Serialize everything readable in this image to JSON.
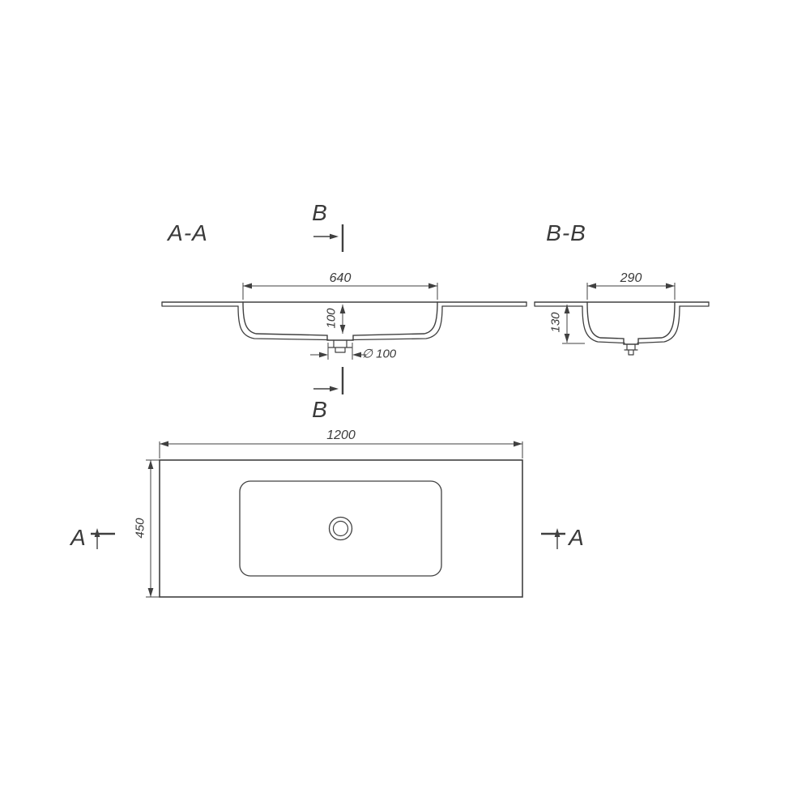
{
  "page": {
    "background": "#ffffff",
    "line_color": "#404040",
    "text_color": "#3a3a3a"
  },
  "sections": {
    "aa_label": "A-A",
    "bb_label": "B-B",
    "cut_b_top": "B",
    "cut_b_bottom": "B",
    "cut_a_left": "A",
    "cut_a_right": "A"
  },
  "dimensions": {
    "section_aa": {
      "basin_opening_width": "640",
      "basin_depth": "100",
      "drain_diameter": "∅ 100"
    },
    "section_bb": {
      "basin_opening_width": "290",
      "basin_depth": "130"
    },
    "plan": {
      "overall_width": "1200",
      "overall_depth": "450"
    }
  }
}
